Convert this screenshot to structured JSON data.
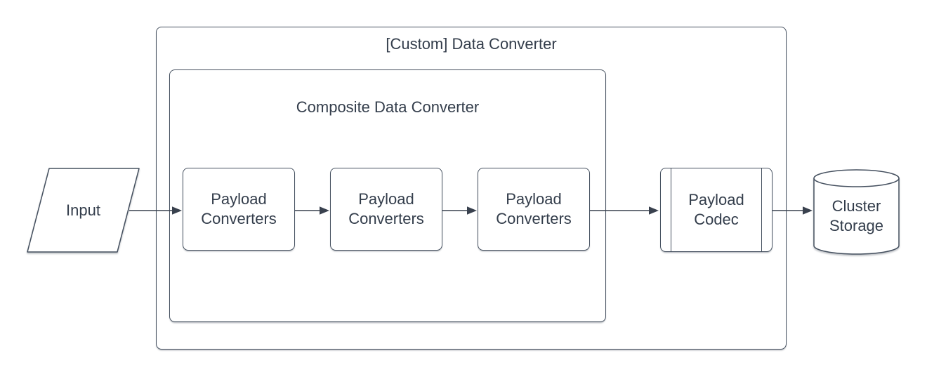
{
  "diagram": {
    "type": "flowchart",
    "background_color": "#ffffff",
    "stroke_color": "#45505f",
    "text_color": "#333d4b",
    "groups": {
      "outer": {
        "label": "[Custom] Data Converter"
      },
      "composite": {
        "label": "Composite Data Converter"
      }
    },
    "nodes": {
      "input": {
        "label": "Input",
        "shape": "parallelogram"
      },
      "converter1": {
        "label": "Payload Converters",
        "shape": "rounded-rectangle"
      },
      "converter2": {
        "label": "Payload Converters",
        "shape": "rounded-rectangle"
      },
      "converter3": {
        "label": "Payload Converters",
        "shape": "rounded-rectangle"
      },
      "codec": {
        "label": "Payload Codec",
        "shape": "predefined-process"
      },
      "storage": {
        "label": "Cluster Storage",
        "shape": "cylinder"
      }
    },
    "connections": [
      {
        "from": "input",
        "to": "converter1"
      },
      {
        "from": "converter1",
        "to": "converter2"
      },
      {
        "from": "converter2",
        "to": "converter3"
      },
      {
        "from": "converter3",
        "to": "codec"
      },
      {
        "from": "codec",
        "to": "storage"
      }
    ]
  }
}
